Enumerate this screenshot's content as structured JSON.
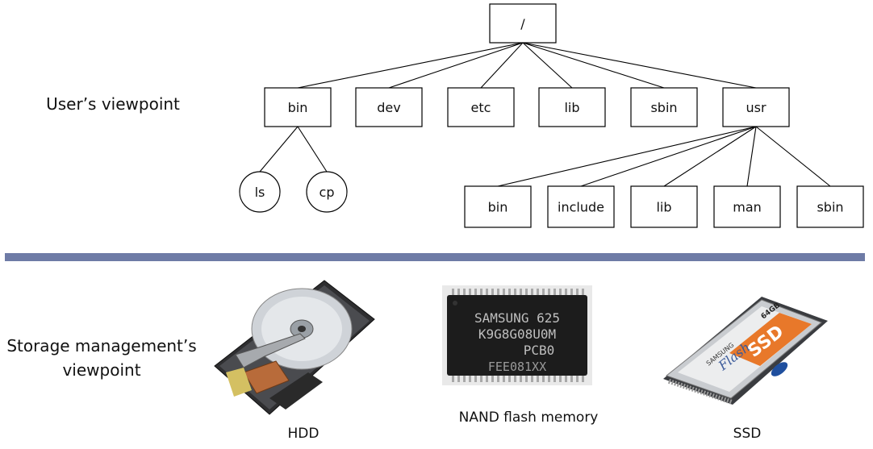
{
  "user_viewpoint_label": "User’s viewpoint",
  "storage_viewpoint_label": "Storage management’s viewpoint",
  "tree": {
    "root": "/",
    "level1": [
      "bin",
      "dev",
      "etc",
      "lib",
      "sbin",
      "usr"
    ],
    "bin_children": [
      "ls",
      "cp"
    ],
    "usr_children": [
      "bin",
      "include",
      "lib",
      "man",
      "sbin"
    ]
  },
  "devices": {
    "hdd": "HDD",
    "nand": "NAND flash memory",
    "ssd": "SSD",
    "nand_chip_text": [
      "SAMSUNG 625",
      "K9G8G08U0M",
      "PCB0",
      "FEE081XX"
    ],
    "ssd_text": {
      "brand": "SAMSUNG",
      "line": "Flash",
      "model": "SSD",
      "capacity": "64GB"
    }
  },
  "colors": {
    "divider": "#6e7ba6",
    "ssd_orange": "#e8782a",
    "nand_chip": "#1c1c1c"
  }
}
